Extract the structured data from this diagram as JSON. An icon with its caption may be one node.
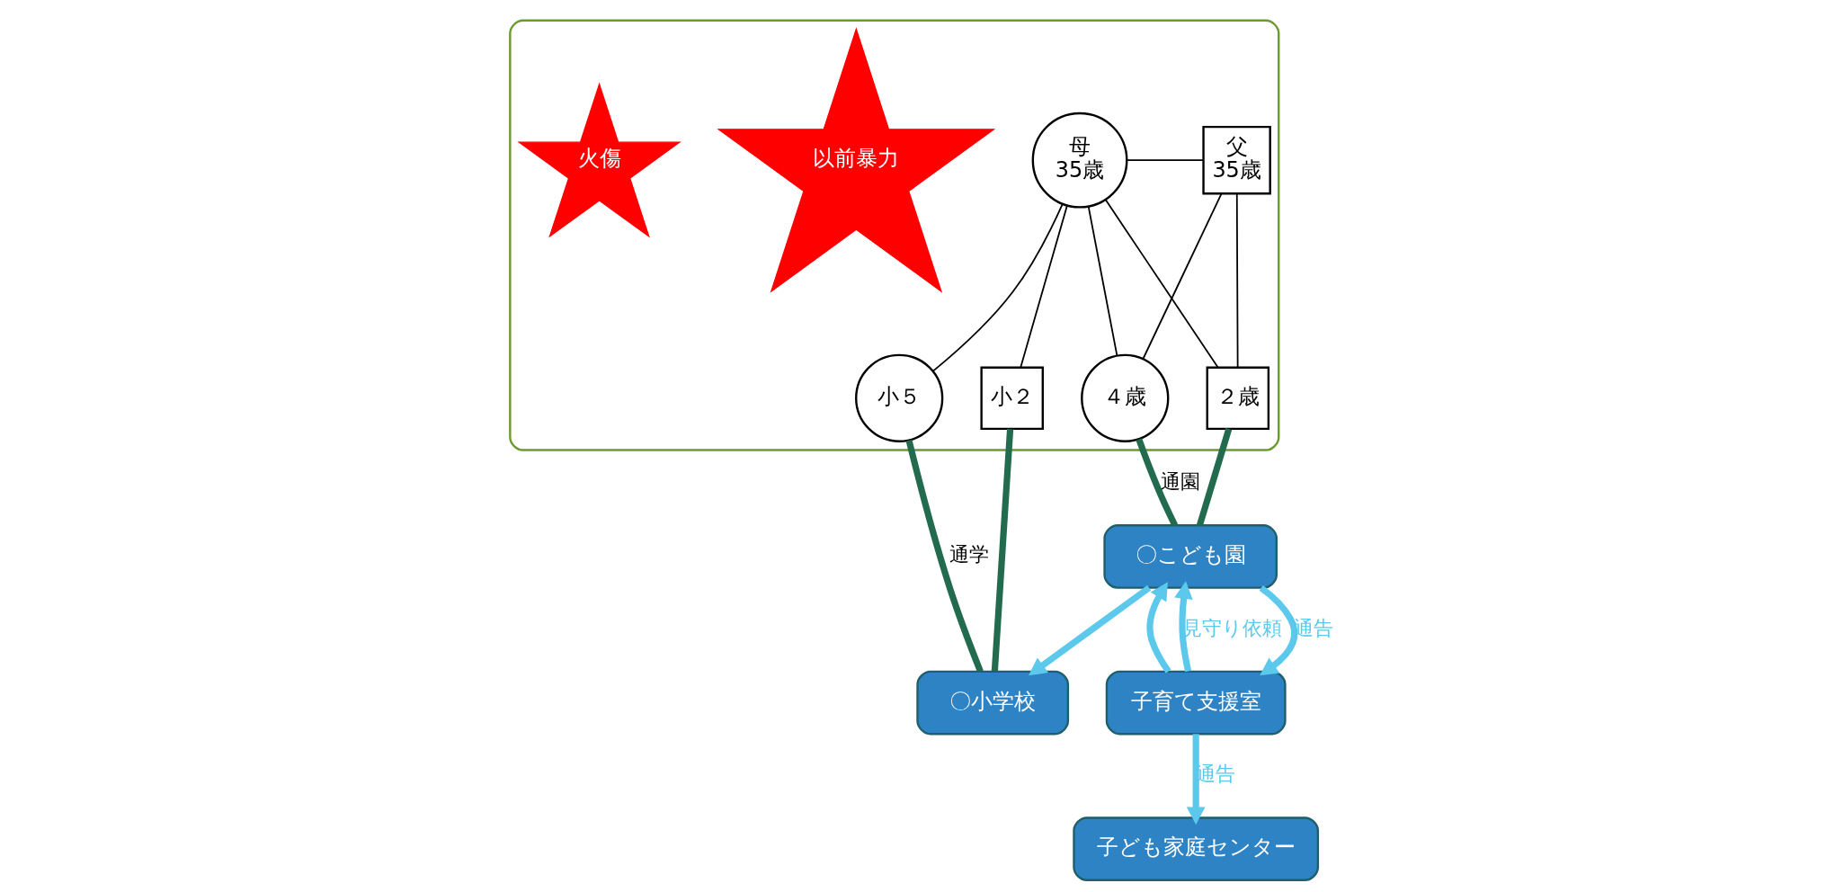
{
  "diagram": {
    "nodes": [
      {
        "text": [],
        "shape": "ellipse"
      },
      {
        "text": [
          "母",
          "35歳"
        ],
        "in": 0
      },
      {
        "text": [
          "父",
          "35歳"
        ],
        "in": 0
      },
      {
        "text": [
          "小５"
        ],
        "in": 0
      },
      {
        "text": [
          "小２"
        ],
        "in": 0
      },
      {
        "text": [
          "４歳"
        ],
        "in": 0
      },
      {
        "text": [
          "２歳"
        ],
        "in": 0
      },
      {
        "text": [
          "以前暴力"
        ],
        "in": 0
      },
      {
        "text": [
          "火傷"
        ],
        "in": 0
      },
      {
        "text": [
          "子ども家庭センター"
        ]
      },
      {
        "text": [
          "子育て支援室"
        ]
      },
      {
        "text": [
          "〇小学校"
        ]
      },
      {
        "text": [
          "〇こども園"
        ]
      }
    ],
    "edges": [
      {
        "from": 1,
        "to": 2,
        "arrow": "none"
      },
      {
        "from": 1,
        "to": 3,
        "arrow": "none"
      },
      {
        "from": 1,
        "to": 4,
        "arrow": "none"
      },
      {
        "from": 1,
        "to": 5,
        "arrow": "none"
      },
      {
        "from": 1,
        "to": 6,
        "arrow": "none"
      },
      {
        "from": 2,
        "to": 5,
        "arrow": "none"
      },
      {
        "from": 2,
        "to": 6,
        "arrow": "none"
      },
      {
        "from": 3,
        "to": 11,
        "arrow": "none",
        "label": "通学",
        "color": "#236b4f"
      },
      {
        "from": 4,
        "to": 11,
        "arrow": "none",
        "color": "#236b4f"
      },
      {
        "from": 5,
        "to": 12,
        "arrow": "none",
        "label": "通園",
        "color": "#236b4f"
      },
      {
        "from": 6,
        "to": 12,
        "arrow": "none",
        "color": "#236b4f"
      },
      {
        "from": 12,
        "to": 10,
        "arrow": "to",
        "label": "通告",
        "color": "#5bc8ec"
      },
      {
        "from": 10,
        "to": 9,
        "arrow": "to",
        "label": "通告",
        "color": "#5bc8ec"
      },
      {
        "from": 10,
        "to": 12,
        "arrow": "to",
        "color": "#5bc8ec"
      },
      {
        "from": 10,
        "to": 12,
        "arrow": "to",
        "label": "見守り依頼",
        "color": "#5bc8ec"
      },
      {
        "from": 12,
        "to": 11,
        "arrow": "to",
        "color": "#5bc8ec"
      }
    ]
  }
}
